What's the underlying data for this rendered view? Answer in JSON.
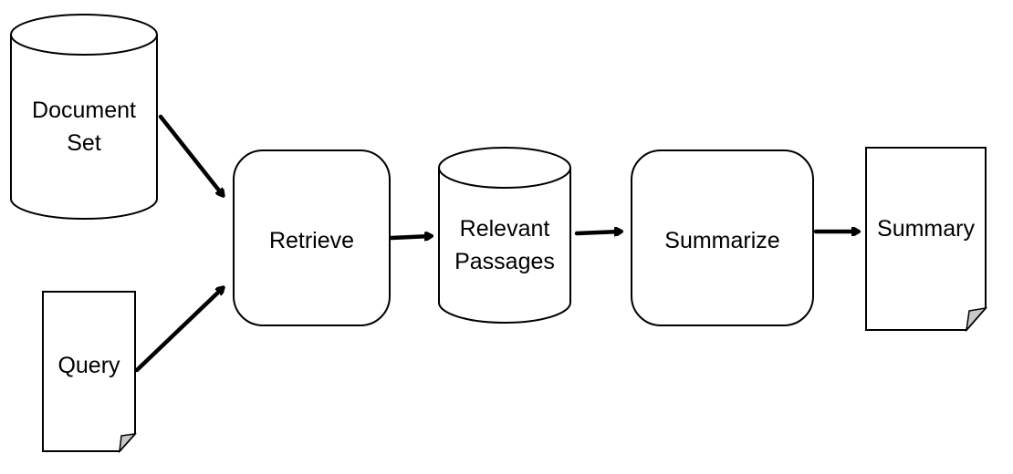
{
  "nodes": {
    "document_set": {
      "line1": "Document",
      "line2": "Set"
    },
    "query": {
      "label": "Query"
    },
    "retrieve": {
      "label": "Retrieve"
    },
    "relevant_passages": {
      "line1": "Relevant",
      "line2": "Passages"
    },
    "summarize": {
      "label": "Summarize"
    },
    "summary": {
      "label": "Summary"
    }
  },
  "colors": {
    "stroke": "#000000",
    "fill": "#ffffff",
    "page_fold": "#c8c8c8"
  }
}
